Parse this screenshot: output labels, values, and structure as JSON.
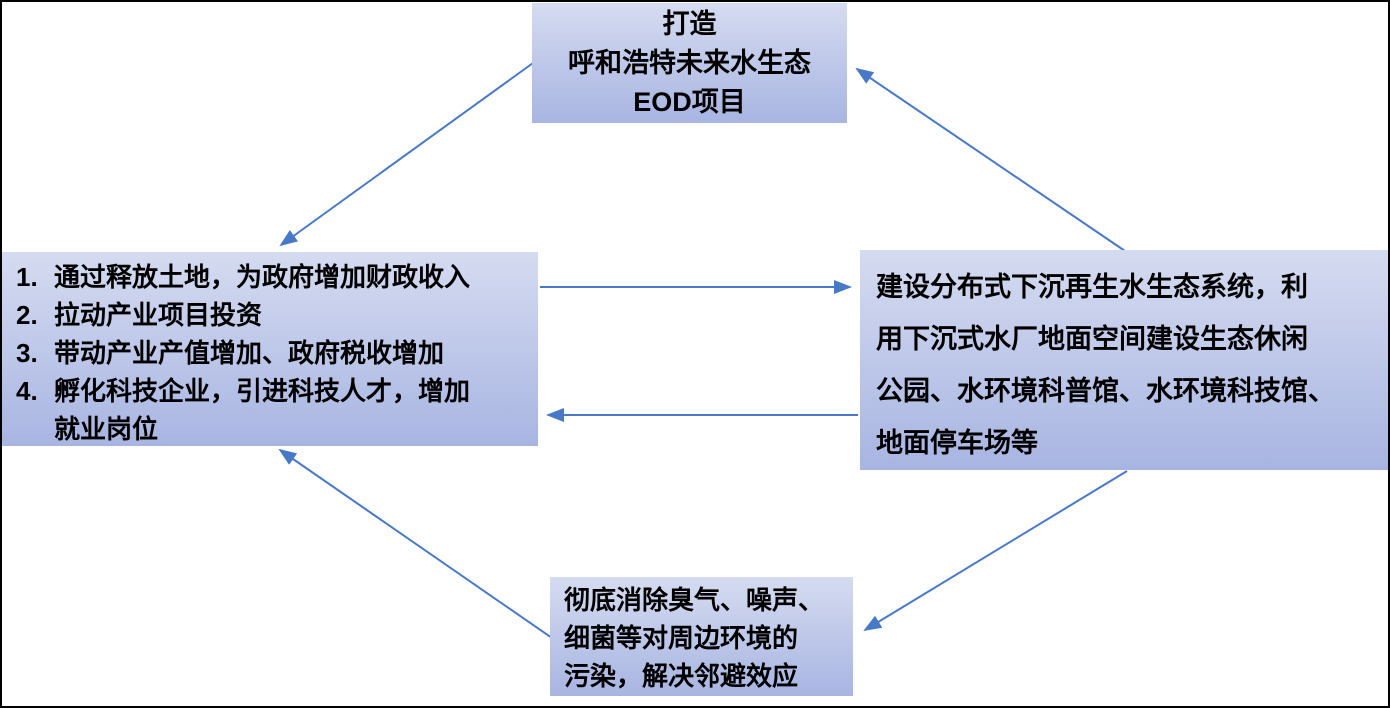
{
  "colors": {
    "arrow": "#4878c8",
    "box_gradient_top": "#d5dbf0",
    "box_gradient_bottom": "#a8b5e2",
    "text": "#000000",
    "background": "#ffffff",
    "frame": "#000000"
  },
  "nodes": {
    "top": {
      "text": "打造\n呼和浩特未来水生态\nEOD项目"
    },
    "left": {
      "items": [
        {
          "num": "1.",
          "text": "通过释放土地，为政府增加财政收入"
        },
        {
          "num": "2.",
          "text": "拉动产业项目投资"
        },
        {
          "num": "3.",
          "text": "带动产业产值增加、政府税收增加"
        },
        {
          "num": "4.",
          "text": "孵化科技企业，引进科技人才，增加\n就业岗位"
        }
      ]
    },
    "right": {
      "text": "建设分布式下沉再生水生态系统，利\n用下沉式水厂地面空间建设生态休闲\n公园、水环境科普馆、水环境科技馆、\n地面停车场等"
    },
    "bottom": {
      "text": "彻底消除臭气、噪声、\n细菌等对周边环境的\n污染，解决邻避效应"
    }
  }
}
